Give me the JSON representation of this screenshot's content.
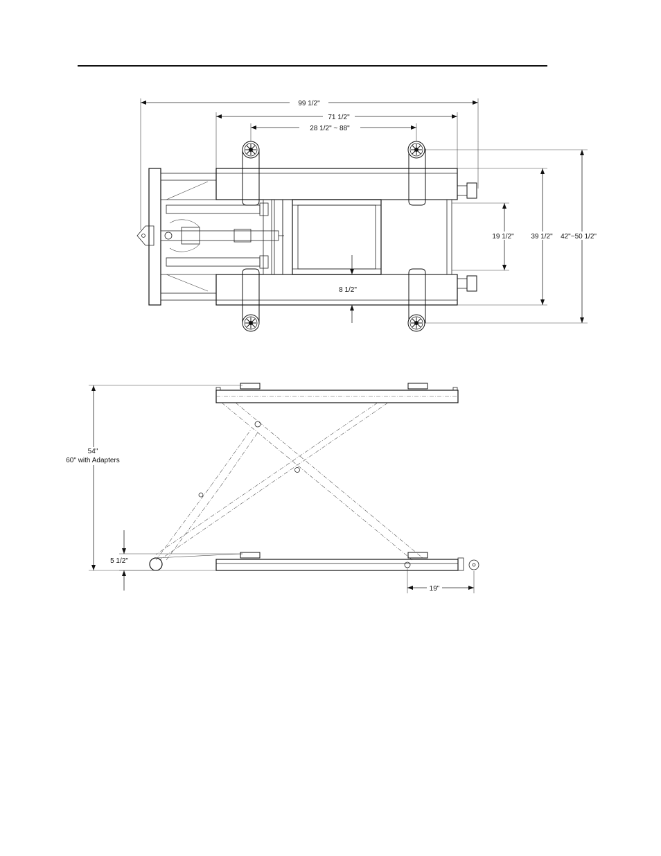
{
  "top_view": {
    "dim_overall_length": "99 1/2\"",
    "dim_frame_length": "71 1/2\"",
    "dim_pad_spread": "28 1/2\" ~ 88\"",
    "dim_inner_width": "19 1/2\"",
    "dim_frame_width": "39 1/2\"",
    "dim_pad_width": "42\"~50 1/2\"",
    "dim_rail_width": "8 1/2\""
  },
  "side_view": {
    "dim_height_line1": "54\"",
    "dim_height_line2": "60\" with Adapters",
    "dim_lowered_height": "5 1/2\"",
    "dim_tow_offset": "19\""
  },
  "colors": {
    "line": "#111111",
    "background": "#ffffff"
  }
}
